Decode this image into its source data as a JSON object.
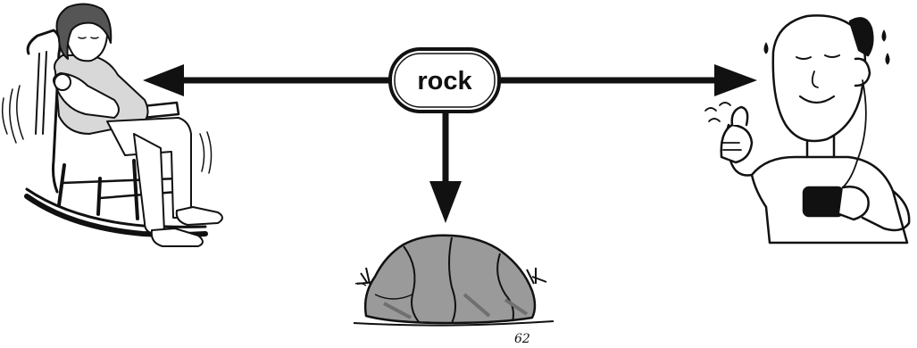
{
  "center_word": "rock",
  "meanings": [
    {
      "id": "rocking-chair",
      "description_icon": "mother-rocking-baby-icon"
    },
    {
      "id": "stone",
      "description_icon": "boulder-icon"
    },
    {
      "id": "rock-music",
      "description_icon": "man-listening-music-icon"
    }
  ],
  "artist_signature": "62",
  "colors": {
    "ink": "#111111",
    "rock_fill": "#9a9a9a",
    "rock_shadow": "#6f6f6f",
    "background": "#ffffff",
    "skin": "#ffffff",
    "sweater": "#d8d8d8"
  }
}
